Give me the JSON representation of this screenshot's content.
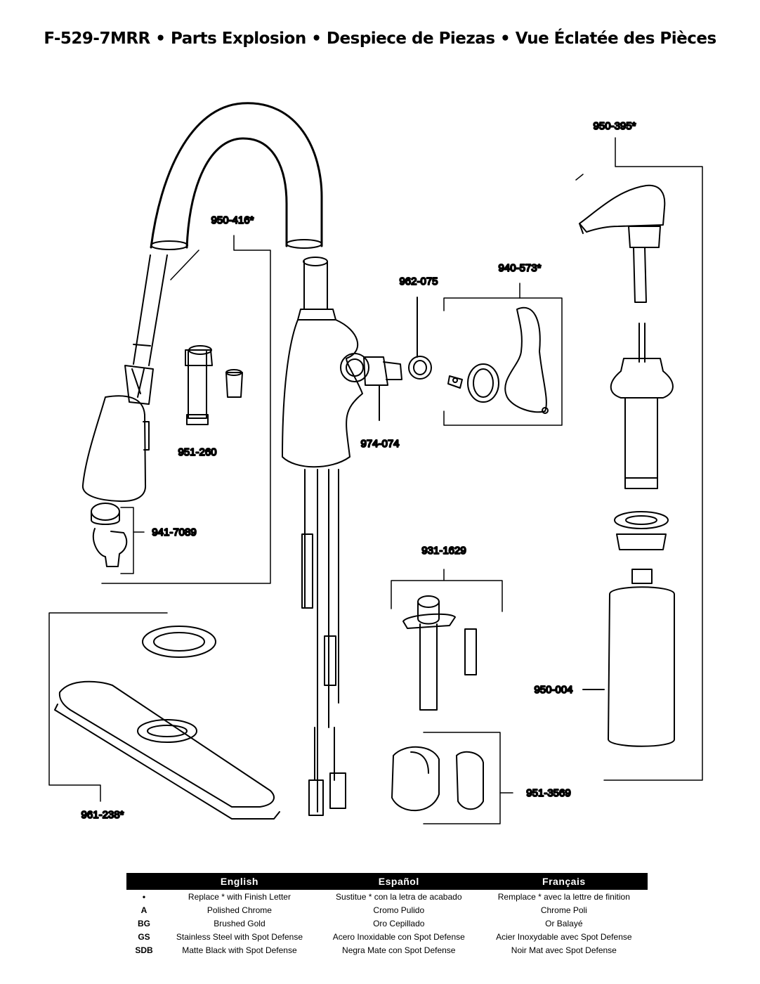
{
  "title": "F-529-7MRR  •  Parts Explosion  •  Despiece de Piezas  •  Vue Éclatée des Pièces",
  "parts": {
    "p950_395": "950-395*",
    "p950_416": "950-416*",
    "p962_075": "962-075",
    "p940_573": "940-573*",
    "p951_260": "951-260",
    "p974_074": "974-074",
    "p941_7089": "941-7089",
    "p931_1629": "931-1629",
    "p950_004": "950-004",
    "p951_3569": "951-3569",
    "p961_238": "961-238*"
  },
  "table": {
    "headers": [
      "English",
      "Español",
      "Français"
    ],
    "rows": [
      {
        "code": "•",
        "en": "Replace * with Finish Letter",
        "es": "Sustitue * con la letra de acabado",
        "fr": "Remplace * avec la lettre de finition"
      },
      {
        "code": "A",
        "en": "Polished Chrome",
        "es": "Cromo Pulido",
        "fr": "Chrome Poli"
      },
      {
        "code": "BG",
        "en": "Brushed Gold",
        "es": "Oro Cepillado",
        "fr": "Or Balayé"
      },
      {
        "code": "GS",
        "en": "Stainless Steel with Spot Defense",
        "es": "Acero Inoxidable con Spot Defense",
        "fr": "Acier Inoxydable avec Spot Defense"
      },
      {
        "code": "SDB",
        "en": "Matte Black with Spot Defense",
        "es": "Negra Mate con Spot Defense",
        "fr": "Noir Mat avec Spot Defense"
      }
    ]
  }
}
